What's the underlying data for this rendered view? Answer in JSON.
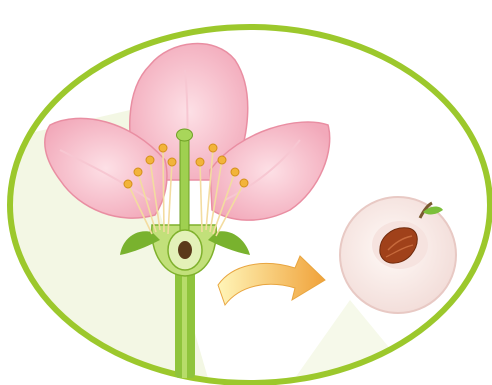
{
  "diagram": {
    "panels": [
      {
        "id": "flower",
        "kind": "illustration",
        "subject": "flower-longitudinal-section"
      },
      {
        "id": "fruit",
        "kind": "illustration",
        "subject": "fruit-cross-section"
      }
    ],
    "arrow": {
      "from": "flower",
      "to": "fruit",
      "direction": "right"
    },
    "colors": {
      "frame": "#9cc82c",
      "frame_shade": "#eef3d6",
      "petal": "#f6b8c4",
      "petal_edge": "#e98ea2",
      "stem": "#8fc43c",
      "stamen_anther": "#f2b43a",
      "arrow_start": "#fff3b0",
      "arrow_end": "#f0a23a",
      "fruit_flesh": "#fbf4f0",
      "seed": "#a0411a"
    },
    "icons": [
      "flower-icon",
      "arrow-right-icon",
      "fruit-icon"
    ]
  }
}
